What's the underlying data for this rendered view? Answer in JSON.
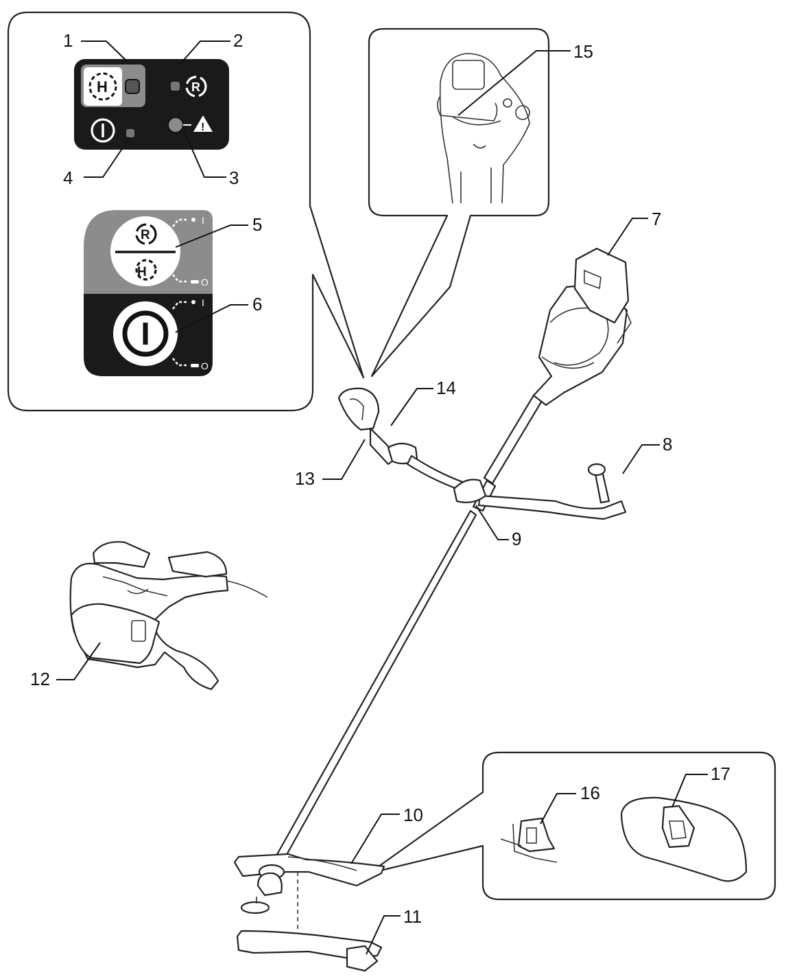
{
  "callouts": [
    {
      "id": "1",
      "label": "1"
    },
    {
      "id": "2",
      "label": "2"
    },
    {
      "id": "3",
      "label": "3"
    },
    {
      "id": "4",
      "label": "4"
    },
    {
      "id": "5",
      "label": "5"
    },
    {
      "id": "6",
      "label": "6"
    },
    {
      "id": "7",
      "label": "7"
    },
    {
      "id": "8",
      "label": "8"
    },
    {
      "id": "9",
      "label": "9"
    },
    {
      "id": "10",
      "label": "10"
    },
    {
      "id": "11",
      "label": "11"
    },
    {
      "id": "12",
      "label": "12"
    },
    {
      "id": "13",
      "label": "13"
    },
    {
      "id": "14",
      "label": "14"
    },
    {
      "id": "15",
      "label": "15"
    },
    {
      "id": "16",
      "label": "16"
    },
    {
      "id": "17",
      "label": "17"
    }
  ],
  "panel_glyphs": {
    "h_letter": "H",
    "r_letter": "R",
    "warning_mark": "!",
    "on_mark": "I",
    "off_mark": "O"
  },
  "colors": {
    "panel_black": "#1a1a1a",
    "panel_gray": "#8c8c8c",
    "indicator_gray": "#777777",
    "line": "#222222"
  },
  "icons": [
    "reverse-rotation-icon",
    "high-speed-icon",
    "power-icon",
    "warning-icon"
  ]
}
